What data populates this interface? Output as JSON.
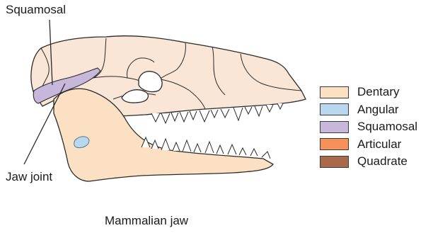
{
  "diagram": {
    "labels": {
      "top_callout": "Squamosal",
      "bottom_callout": "Jaw joint",
      "caption": "Mammalian jaw"
    },
    "legend": [
      {
        "label": "Dentary",
        "color": "#fbe0c4"
      },
      {
        "label": "Angular",
        "color": "#b9d7ee"
      },
      {
        "label": "Squamosal",
        "color": "#c7b7da"
      },
      {
        "label": "Articular",
        "color": "#f7915a"
      },
      {
        "label": "Quadrate",
        "color": "#a96a4c"
      }
    ],
    "colors": {
      "skull": "#f9e6d6",
      "dentary": "#fbe0c4",
      "angular": "#b9d7ee",
      "squamosal": "#c7b7da",
      "outline": "#2a2a2a"
    }
  }
}
